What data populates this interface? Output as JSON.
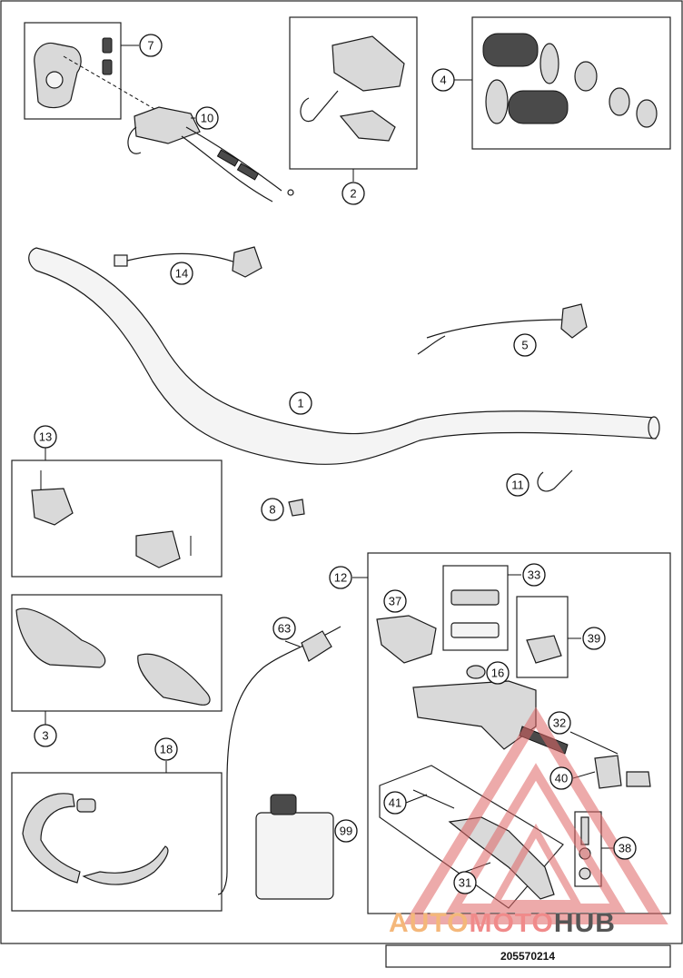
{
  "diagram_title": "",
  "doc_number": "205570214",
  "watermark": {
    "text_auto": "AUTO",
    "text_moto": "MOTO",
    "text_hub": "HUB",
    "color_auto": "#f4b77a",
    "color_moto": "#f08a8a",
    "color_hub": "#555555"
  },
  "callouts": [
    "7",
    "10",
    "2",
    "4",
    "14",
    "5",
    "1",
    "13",
    "8",
    "11",
    "12",
    "33",
    "37",
    "63",
    "39",
    "16",
    "3",
    "32",
    "18",
    "40",
    "41",
    "99",
    "38",
    "31"
  ],
  "colors": {
    "line": "#1a1a1a",
    "part_fill": "#d9d9d9",
    "watermark_red": "#e06666"
  }
}
